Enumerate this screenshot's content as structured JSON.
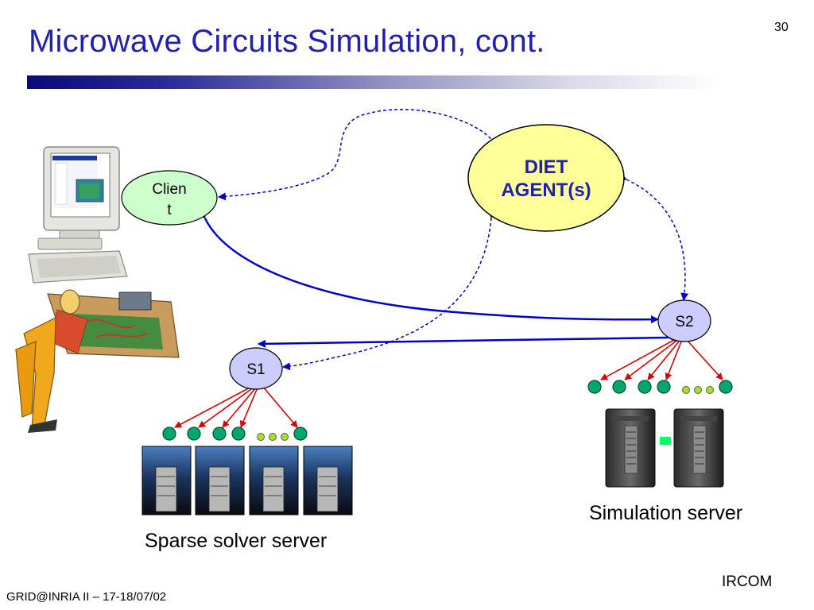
{
  "slide": {
    "title": "Microwave Circuits Simulation, cont.",
    "number": "30"
  },
  "nodes": {
    "client": {
      "line1": "Clien",
      "line2": "t"
    },
    "agent": {
      "line1": "DIET",
      "line2": "AGENT(s)"
    },
    "s1": "S1",
    "s2": "S2"
  },
  "captions": {
    "sparse_solver": "Sparse solver server",
    "simulation": "Simulation server"
  },
  "footer": {
    "left": "GRID@INRIA II  – 17-18/07/02",
    "right": "IRCOM"
  },
  "colors": {
    "title": "#1f1fb4",
    "client_fill": "#ccffcc",
    "agent_fill": "#ffff99",
    "server_node_fill": "#ccccff",
    "link_blue": "#0000cc",
    "fanout_red": "#dd0000",
    "leaf_green": "#00a86b"
  }
}
